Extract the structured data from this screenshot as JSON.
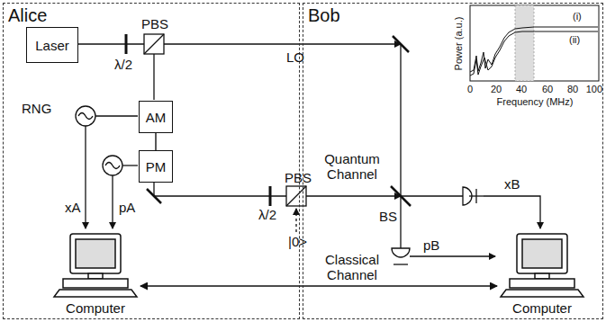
{
  "diagram": {
    "nodes": [
      {
        "text": [
          "Alice"
        ]
      },
      {
        "text": [
          "Bob"
        ]
      },
      {
        "text": [
          "Laser"
        ],
        "in": 0
      },
      {
        "text": [
          "AM"
        ],
        "in": 0
      },
      {
        "text": [
          "PM"
        ],
        "in": 0
      },
      {
        "text": [
          "Computer"
        ],
        "in": 0
      },
      {
        "text": [
          "Computer"
        ],
        "in": 1
      }
    ],
    "edges": [
      {
        "from": 3,
        "to": 4,
        "arrow": "none"
      },
      {
        "from": 5,
        "to": 6,
        "arrow": "both",
        "label": "Classical Channel"
      }
    ],
    "labels": [
      "PBS",
      "λ/2",
      "LO",
      "RNG",
      "xA",
      "pA",
      "Quantum Channel",
      "PBS",
      "λ/2",
      "|0>",
      "BS",
      "xB",
      "pB",
      "Power (a.u.)",
      "(i)",
      "(ii)",
      "0",
      "20",
      "40",
      "60",
      "80",
      "100",
      "Frequency (MHz)"
    ]
  }
}
